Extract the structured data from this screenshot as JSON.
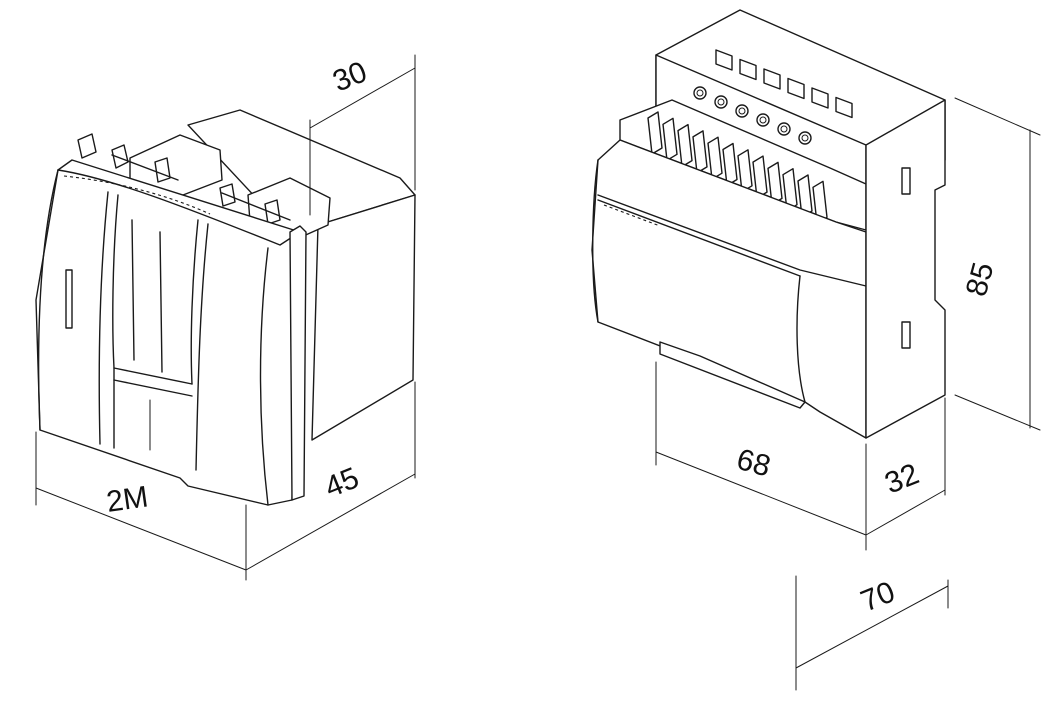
{
  "left_device": {
    "width_label": "2M",
    "depth_label": "45",
    "rear_depth_label": "30"
  },
  "right_device": {
    "width_label": "68",
    "height_label": "85",
    "shoulder_depth_label": "32",
    "total_depth_label": "70",
    "terminal_screw_count": 6,
    "vent_fin_count": 12
  },
  "colors": {
    "line": "#1a1a1a",
    "background": "#ffffff"
  }
}
